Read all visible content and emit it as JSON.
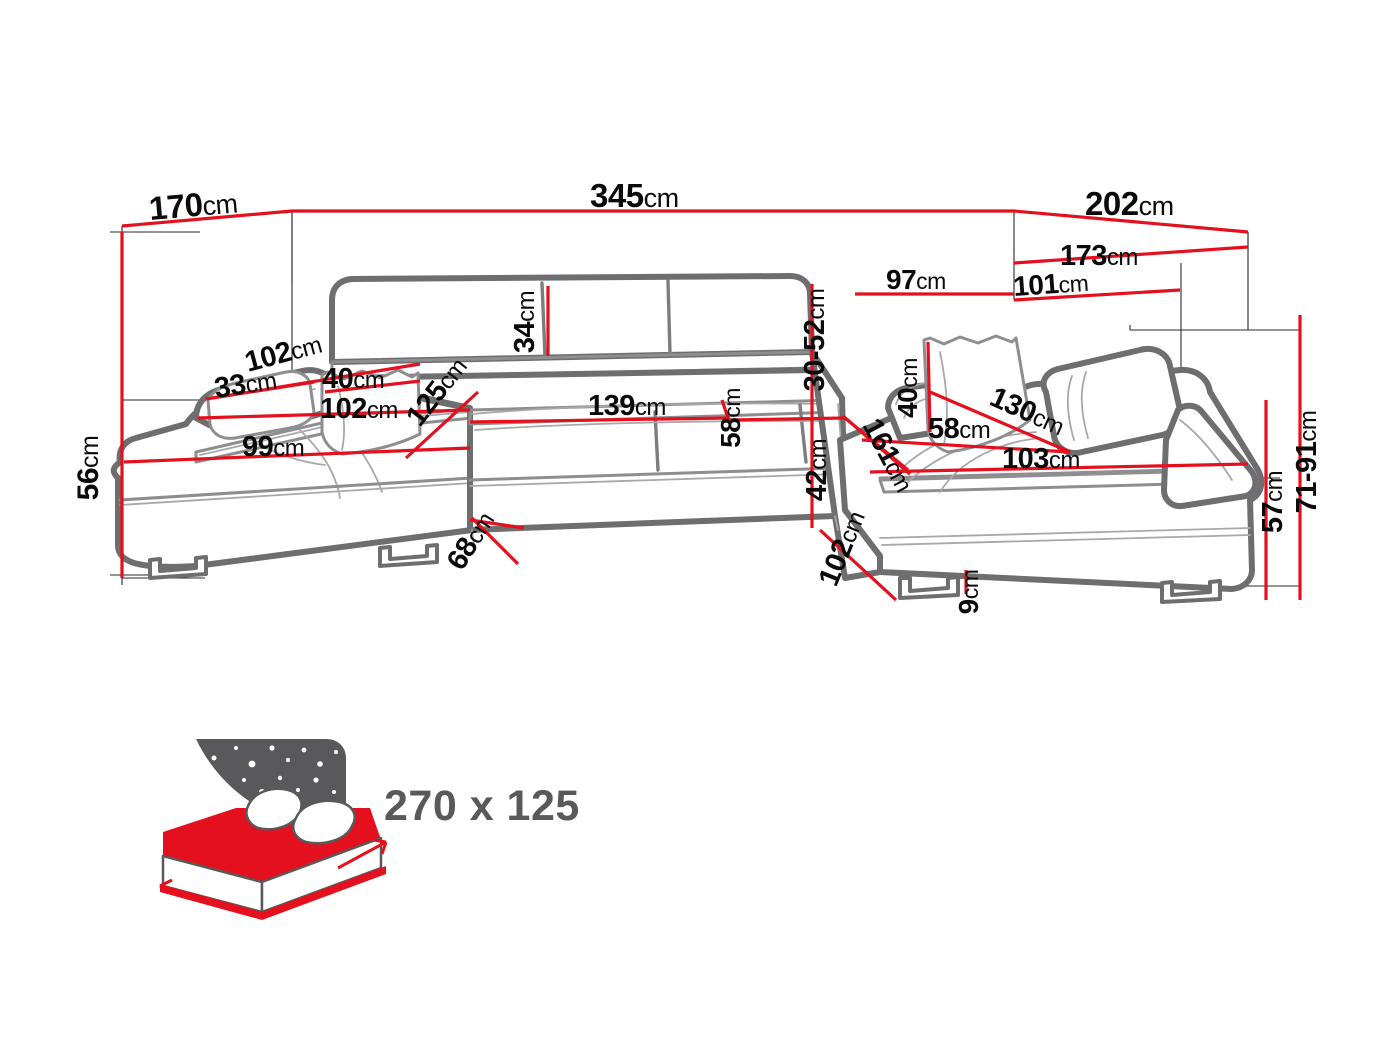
{
  "page": {
    "title": "Sectional Sofa Dimension Diagram",
    "unit": "cm",
    "colors": {
      "dimension_line": "#e4101d",
      "guide_line": "#2b2b2b",
      "furniture_outline": "#6e6e70",
      "bed_icon": "#59595b",
      "bed_accent": "#e4101d",
      "label_text": "#0a0a0a"
    }
  },
  "dimensions": {
    "overall_width": {
      "value": "345",
      "unit": "cm",
      "label": "345cm",
      "orientation": "horizontal",
      "position": "top-center"
    },
    "left_depth_top": {
      "value": "170",
      "unit": "cm",
      "label": "170cm",
      "orientation": "diagonal",
      "position": "top-left"
    },
    "right_depth_top": {
      "value": "202",
      "unit": "cm",
      "label": "202cm",
      "orientation": "diagonal",
      "position": "top-right"
    },
    "right_depth_inner": {
      "value": "173",
      "unit": "cm",
      "label": "173cm",
      "orientation": "diagonal",
      "position": "top-right-inner"
    },
    "right_seat_width": {
      "value": "97",
      "unit": "cm",
      "label": "97cm",
      "orientation": "horizontal",
      "position": "right-upper"
    },
    "right_back_depth": {
      "value": "101",
      "unit": "cm",
      "label": "101cm",
      "orientation": "diagonal",
      "position": "right-upper-inner"
    },
    "left_arm_height": {
      "value": "56",
      "unit": "cm",
      "label": "56cm",
      "orientation": "vertical",
      "position": "far-left"
    },
    "left_arm_top": {
      "value": "33",
      "unit": "cm",
      "label": "33cm",
      "orientation": "diagonal",
      "position": "left-armrest"
    },
    "left_chaise_depth": {
      "value": "102",
      "unit": "cm",
      "label": "102cm",
      "orientation": "diagonal",
      "position": "left-upper"
    },
    "left_pillow_width": {
      "value": "40",
      "unit": "cm",
      "label": "40cm",
      "orientation": "horizontal",
      "position": "left-pillow"
    },
    "left_seat_depth": {
      "value": "102",
      "unit": "cm",
      "label": "102cm",
      "orientation": "horizontal",
      "position": "left-seat"
    },
    "left_seat_width": {
      "value": "99",
      "unit": "cm",
      "label": "99cm",
      "orientation": "horizontal",
      "position": "left-seat-front"
    },
    "left_chaise_side": {
      "value": "125",
      "unit": "cm",
      "label": "125cm",
      "orientation": "diagonal",
      "position": "left-chaise-edge"
    },
    "back_height": {
      "value": "34",
      "unit": "cm",
      "label": "34cm",
      "orientation": "vertical",
      "position": "center-backrest"
    },
    "center_seat_width": {
      "value": "139",
      "unit": "cm",
      "label": "139cm",
      "orientation": "horizontal",
      "position": "center-seat"
    },
    "corner_seat_depth": {
      "value": "58",
      "unit": "cm",
      "label": "58cm",
      "orientation": "vertical",
      "position": "center-right-seat"
    },
    "arm_width_range": {
      "value": "30-52",
      "unit": "cm",
      "label": "30-52cm",
      "orientation": "vertical",
      "position": "center-right-back"
    },
    "seat_height_front": {
      "value": "42",
      "unit": "cm",
      "label": "42cm",
      "orientation": "vertical",
      "position": "center-front"
    },
    "left_chaise_front": {
      "value": "68",
      "unit": "cm",
      "label": "68cm",
      "orientation": "diagonal",
      "position": "left-front-edge"
    },
    "corner_diagonal": {
      "value": "161",
      "unit": "cm",
      "label": "161cm",
      "orientation": "diagonal",
      "position": "right-corner"
    },
    "right_pillow_height": {
      "value": "40",
      "unit": "cm",
      "label": "40cm",
      "orientation": "vertical",
      "position": "right-pillow"
    },
    "right_chaise_diagonal": {
      "value": "130",
      "unit": "cm",
      "label": "130cm",
      "orientation": "diagonal",
      "position": "right-chaise"
    },
    "right_seat_depth": {
      "value": "58",
      "unit": "cm",
      "label": "58cm",
      "orientation": "horizontal",
      "position": "right-seat"
    },
    "right_seat_front": {
      "value": "103",
      "unit": "cm",
      "label": "103cm",
      "orientation": "horizontal",
      "position": "right-seat-front"
    },
    "right_front_edge": {
      "value": "102",
      "unit": "cm",
      "label": "102cm",
      "orientation": "diagonal",
      "position": "right-front-edge"
    },
    "leg_height": {
      "value": "9",
      "unit": "cm",
      "label": "9cm",
      "orientation": "vertical",
      "position": "right-leg"
    },
    "back_height_range": {
      "value": "71-91",
      "unit": "cm",
      "label": "71-91cm",
      "orientation": "vertical",
      "position": "far-right-outer"
    },
    "right_arm_height": {
      "value": "57",
      "unit": "cm",
      "label": "57cm",
      "orientation": "vertical",
      "position": "far-right-inner"
    }
  },
  "bed_icon": {
    "name": "sleeping-bed-icon",
    "sleep_size_label": "270 x 125",
    "width_cm": "270",
    "length_cm": "125"
  }
}
